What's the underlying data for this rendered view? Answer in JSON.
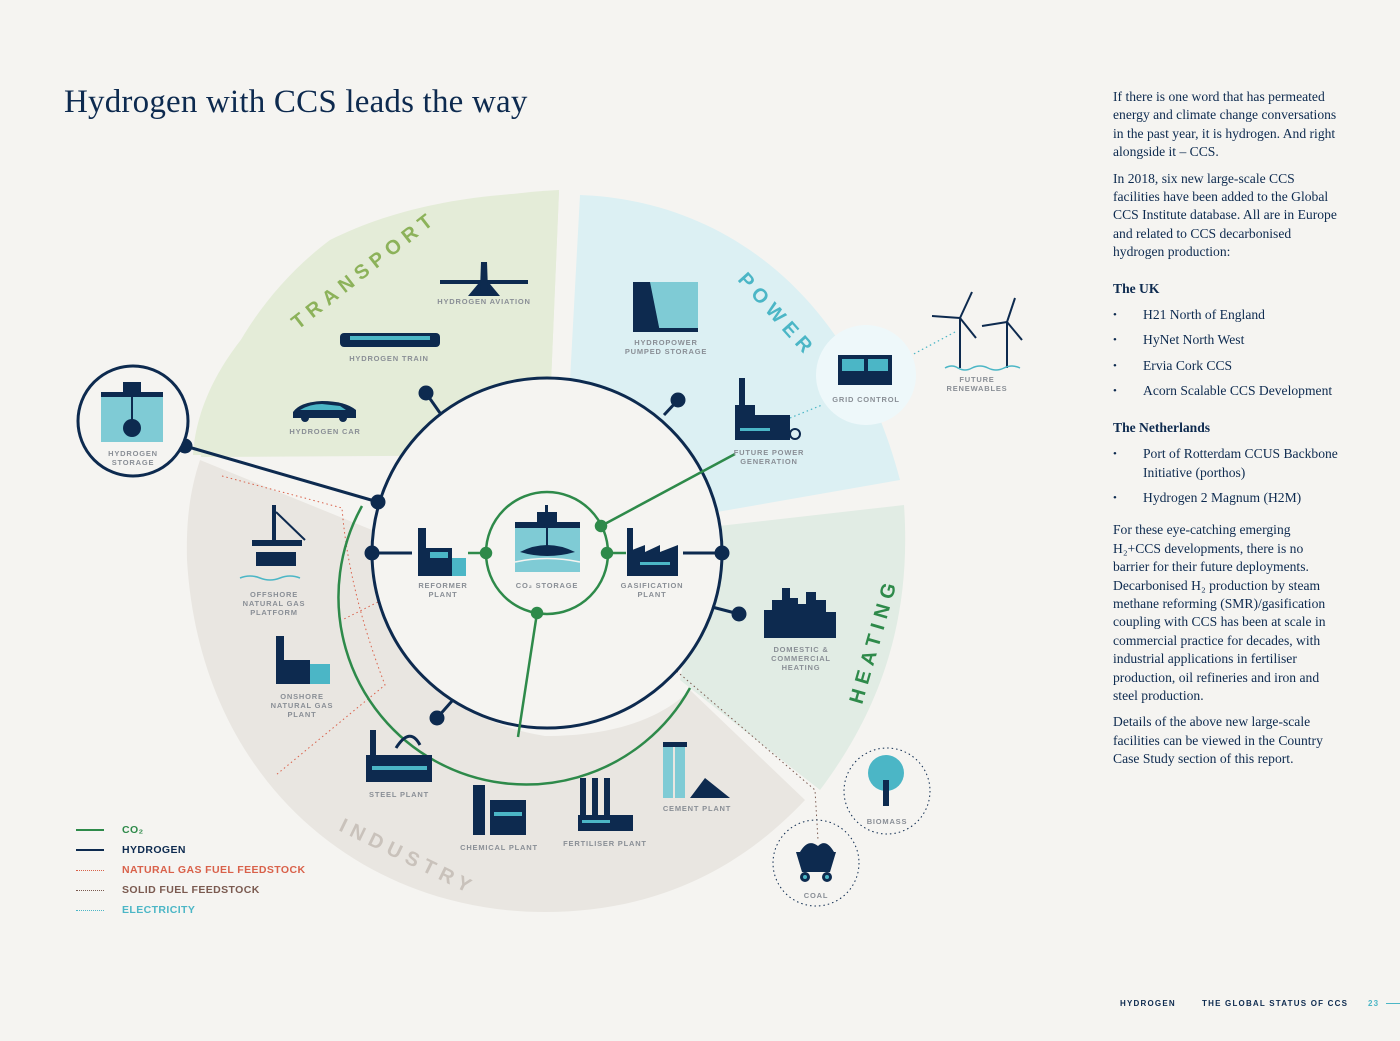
{
  "title": "Hydrogen with CCS leads the way",
  "sectors": {
    "transport": "TRANSPORT",
    "power": "POWER",
    "heating": "HEATING",
    "industry": "INDUSTRY"
  },
  "nodes": {
    "hydrogen_aviation": "HYDROGEN AVIATION",
    "hydrogen_train": "HYDROGEN TRAIN",
    "hydrogen_car": "HYDROGEN CAR",
    "hydropower": [
      "HYDROPOWER",
      "PUMPED STORAGE"
    ],
    "grid_control": "GRID CONTROL",
    "future_renewables": [
      "FUTURE",
      "RENEWABLES"
    ],
    "future_power": [
      "FUTURE POWER",
      "GENERATION"
    ],
    "hydrogen_storage": [
      "HYDROGEN",
      "STORAGE"
    ],
    "reformer_plant": [
      "REFORMER",
      "PLANT"
    ],
    "co2_storage": "CO₂ STORAGE",
    "gasification_plant": [
      "GASIFICATION",
      "PLANT"
    ],
    "offshore": [
      "OFFSHORE",
      "NATURAL GAS",
      "PLATFORM"
    ],
    "onshore": [
      "ONSHORE",
      "NATURAL GAS",
      "PLANT"
    ],
    "domestic": [
      "DOMESTIC &",
      "COMMERCIAL",
      "HEATING"
    ],
    "steel_plant": "STEEL PLANT",
    "chemical_plant": "CHEMICAL PLANT",
    "fertiliser_plant": "FERTILISER PLANT",
    "cement_plant": "CEMENT PLANT",
    "biomass": "BIOMASS",
    "coal": "COAL"
  },
  "legend": [
    {
      "label": "CO₂",
      "color": "#2e8a4a",
      "style": "solid"
    },
    {
      "label": "HYDROGEN",
      "color": "#0d2a4f",
      "style": "solid"
    },
    {
      "label": "NATURAL GAS FUEL FEEDSTOCK",
      "color": "#d9614a",
      "style": "dotted"
    },
    {
      "label": "SOLID FUEL FEEDSTOCK",
      "color": "#7a5a50",
      "style": "dotted"
    },
    {
      "label": "ELECTRICITY",
      "color": "#4bb6c6",
      "style": "dotted"
    }
  ],
  "sidebar": {
    "intro": "If there is one word that has permeated energy and climate change conversations in the past year, it is hydrogen. And right alongside it – CCS.",
    "para2": "In 2018, six new large-scale CCS facilities have been added to the Global CCS Institute database. All are in Europe and related to CCS decarbonised hydrogen production:",
    "uk_heading": "The UK",
    "uk_items": [
      "H21 North of England",
      "HyNet North West",
      "Ervia Cork CCS",
      "Acorn Scalable CCS Development"
    ],
    "nl_heading": "The Netherlands",
    "nl_items": [
      "Port of Rotterdam CCUS Backbone Initiative (porthos)",
      "Hydrogen 2 Magnum (H2M)"
    ],
    "para3": "For these eye-catching emerging H₂+CCS developments, there is no barrier for their future deployments. Decarbonised H₂ production by steam methane reforming (SMR)/gasification coupling with CCS has been at scale in commercial practice for decades, with industrial applications in fertiliser production, oil refineries and iron and steel production.",
    "para4": "Details of the above new large-scale facilities can be viewed in the Country Case Study section of this report."
  },
  "footer": {
    "section": "HYDROGEN",
    "report": "THE GLOBAL STATUS OF CCS",
    "page": "23"
  },
  "colors": {
    "navy": "#0d2a4f",
    "green": "#2e8a4a",
    "teal": "#4bb6c6",
    "transport_bg": "#e4ecd8",
    "power_bg": "#dcf0f3",
    "heating_bg": "#e1ece4",
    "industry_bg": "#e9e6e1"
  }
}
